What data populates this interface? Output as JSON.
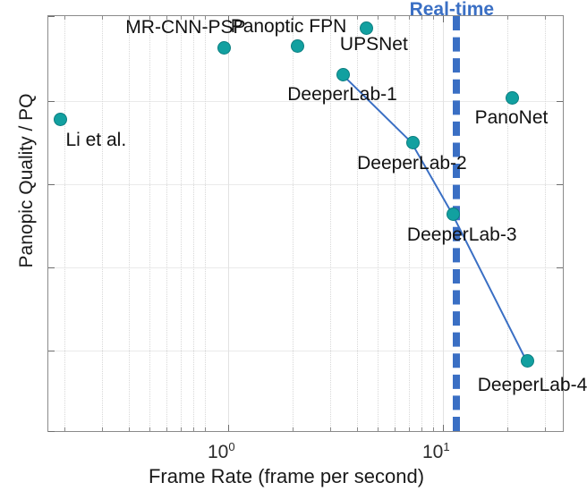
{
  "chart_data": {
    "type": "scatter",
    "title": "",
    "xlabel": "Frame Rate (frame per second)",
    "ylabel": "Panopic Quality / PQ",
    "xscale": "log",
    "yscale": "linear",
    "xlim": [
      0.15,
      32
    ],
    "ylim": [
      35,
      60
    ],
    "xticks": [
      "10",
      "10"
    ],
    "xtick_labels": [
      "10^0",
      "10^1"
    ],
    "xtick_values": [
      1,
      10
    ],
    "yticks": [
      35,
      40,
      45,
      50,
      55,
      60
    ],
    "grid": "minor-dotted-vertical, light-horizontal",
    "legend": "none",
    "points": [
      {
        "label": "Li et al.",
        "x": 0.17,
        "y": 53.8,
        "label_dx": 6,
        "label_dy": 12
      },
      {
        "label": "MR-CNN-PSP",
        "x": 0.93,
        "y": 58.1,
        "label_dx": -110,
        "label_dy": -33
      },
      {
        "label": "Panoptic FPN",
        "x": 2.0,
        "y": 58.2,
        "label_dx": -75,
        "label_dy": -33
      },
      {
        "label": "UPSNet",
        "x": 4.1,
        "y": 59.3,
        "label_dx": -30,
        "label_dy": 8
      },
      {
        "label": "DeeperLab-1",
        "x": 3.2,
        "y": 56.5,
        "label_dx": -62,
        "label_dy": 12
      },
      {
        "label": "DeeperLab-2",
        "x": 6.6,
        "y": 52.4,
        "label_dx": -62,
        "label_dy": 12
      },
      {
        "label": "DeeperLab-3",
        "x": 10.1,
        "y": 48.1,
        "label_dx": -52,
        "label_dy": 12
      },
      {
        "label": "DeeperLab-4",
        "x": 21.8,
        "y": 39.3,
        "label_dx": -56,
        "label_dy": 16
      },
      {
        "label": "PanoNet",
        "x": 18.6,
        "y": 55.1,
        "label_dx": -42,
        "label_dy": 12
      }
    ],
    "trend_line": {
      "name": "DeeperLab series",
      "color": "#3a6fc4",
      "points": [
        {
          "x": 3.2,
          "y": 56.5
        },
        {
          "x": 6.6,
          "y": 52.4
        },
        {
          "x": 10.1,
          "y": 48.1
        },
        {
          "x": 21.8,
          "y": 39.3
        }
      ]
    },
    "annotations": [
      {
        "name": "real-time-threshold",
        "text": "Real-time",
        "x": 10,
        "color": "#3a6fc4",
        "style": "dashed vertical line"
      }
    ],
    "marker_color": "#12a0a0",
    "marker_edge_color": "#0b7e80"
  }
}
